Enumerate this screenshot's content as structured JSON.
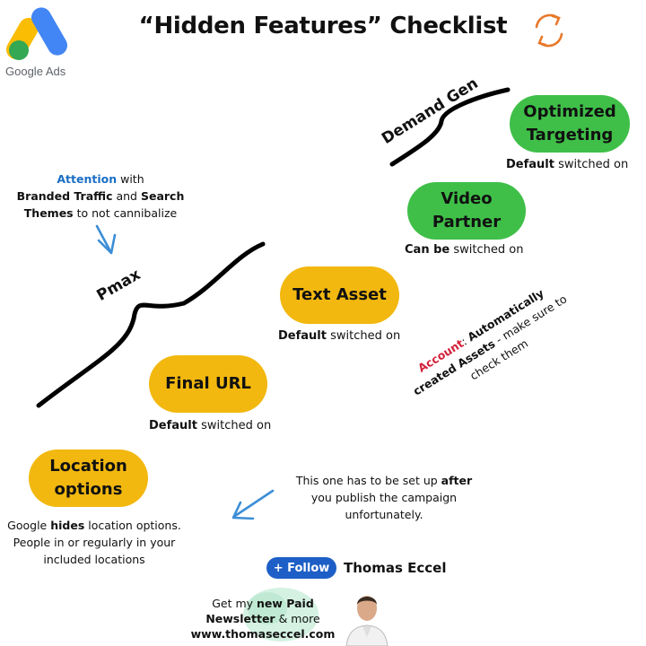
{
  "header": {
    "title": "“Hidden Features” Checklist",
    "logo_text": "Google Ads",
    "refresh_icon": "refresh-cycle-icon"
  },
  "labels": {
    "demand_gen": "Demand Gen",
    "pmax": "Pmax"
  },
  "features": {
    "optimized_targeting": {
      "label_line1": "Optimized",
      "label_line2": "Targeting",
      "caption_bold": "Default",
      "caption_rest": " switched on"
    },
    "video_partner": {
      "label_line1": "Video",
      "label_line2": "Partner",
      "caption_bold": "Can be",
      "caption_rest": " switched on"
    },
    "text_asset": {
      "label": "Text Asset",
      "caption_bold": "Default",
      "caption_rest": " switched on"
    },
    "final_url": {
      "label": "Final URL",
      "caption_bold": "Default",
      "caption_rest": " switched on"
    },
    "location_options": {
      "label_line1": "Location",
      "label_line2": "options"
    }
  },
  "notes": {
    "attention": {
      "w1": "Attention",
      "w2": " with",
      "w3": "Branded Traffic",
      "w4": " and ",
      "w5": "Search",
      "w6": "Themes",
      "w7": " to not cannibalize"
    },
    "account": {
      "w1": "Account",
      "w2": ": ",
      "w3": "Automatically",
      "w4": "created Assets",
      "w5": " - make sure to",
      "w6": "check them"
    },
    "after_publish": {
      "w1": "This one has to be set up ",
      "w2": "after",
      "w3": "you publish the campaign",
      "w4": "unfortunately."
    },
    "location_hides": {
      "w1": "Google ",
      "w2": "hides",
      "w3": " location options.",
      "w4": "People in or regularly in your",
      "w5": "included locations"
    }
  },
  "footer": {
    "follow_label": "+ Follow",
    "name": "Thomas Eccel",
    "nl1": "Get my ",
    "nl2": "new Paid",
    "nl3": "Newsletter",
    "nl4": " & more",
    "website": "www.thomaseccel.com"
  },
  "colors": {
    "green": "#3fbf48",
    "yellow": "#f2b80f",
    "attention_blue": "#1a6fc4",
    "account_red": "#d3223a",
    "follow_blue": "#1d5fc6"
  }
}
